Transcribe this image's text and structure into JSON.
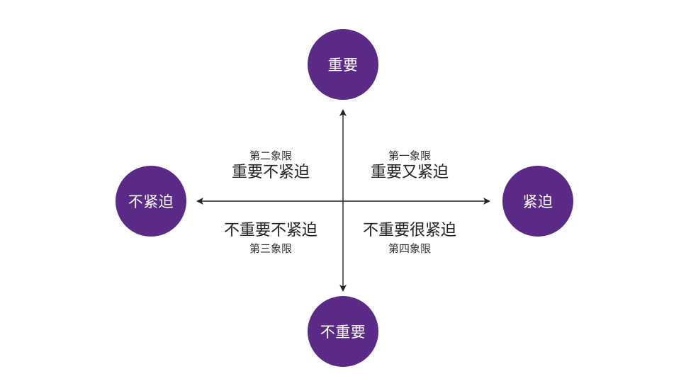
{
  "axis_labels": {
    "top": "重要",
    "left": "不紧迫",
    "right": "紧迫",
    "bottom": "不重要"
  },
  "quadrants": {
    "q1": {
      "label": "第一象限",
      "title": "重要又紧迫"
    },
    "q2": {
      "label": "第二象限",
      "title": "重要不紧迫"
    },
    "q3": {
      "label": "第三象限",
      "title": "不重要不紧迫"
    },
    "q4": {
      "label": "第四象限",
      "title": "不重要很紧迫"
    }
  },
  "colors": {
    "circle_fill": "#5b2a86",
    "circle_text": "#ffffff",
    "axis_line": "#222222",
    "background": "#ffffff"
  }
}
